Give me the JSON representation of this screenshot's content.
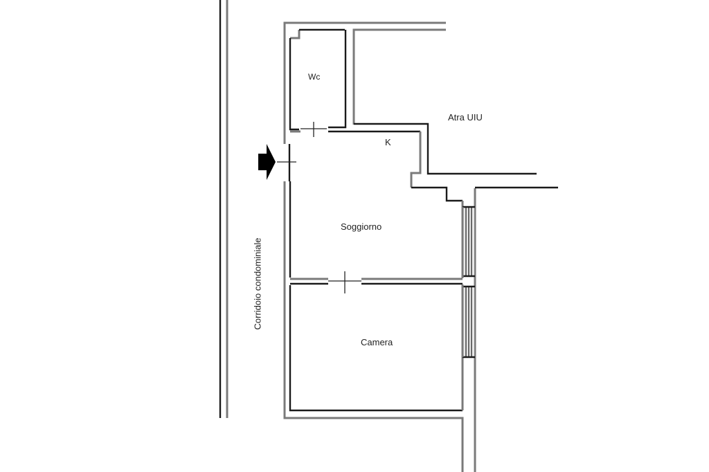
{
  "plan": {
    "rooms": [
      {
        "id": "wc",
        "label": "Wc"
      },
      {
        "id": "k",
        "label": "K"
      },
      {
        "id": "soggiorno",
        "label": "Soggiorno"
      },
      {
        "id": "camera",
        "label": "Camera"
      }
    ],
    "other_unit": "Atra UIU",
    "corridor": "Corridoio condominiale",
    "entrance_icon": "entrance-arrow-icon",
    "colors": {
      "wall_inner": "#1a1a1a",
      "wall_outer": "#7a7a7a",
      "window_fill": "#e8e8e8"
    }
  }
}
